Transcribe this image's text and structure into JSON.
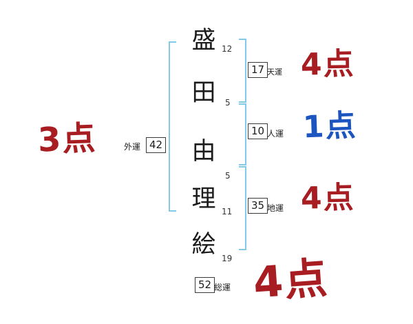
{
  "name": {
    "chars": [
      {
        "char": "盛",
        "strokes": "12"
      },
      {
        "char": "田",
        "strokes": "5"
      },
      {
        "char": "由",
        "strokes": "5"
      },
      {
        "char": "理",
        "strokes": "11"
      },
      {
        "char": "絵",
        "strokes": "19"
      }
    ]
  },
  "fortunes": {
    "ten": {
      "number": "17",
      "label": "天運",
      "score": "4点"
    },
    "jin": {
      "number": "10",
      "label": "人運",
      "score": "1点"
    },
    "chi": {
      "number": "35",
      "label": "地運",
      "score": "4点"
    },
    "gai": {
      "number": "42",
      "label": "外運",
      "score": "3点"
    },
    "sou": {
      "number": "52",
      "label": "総運",
      "score": "4点"
    }
  },
  "colors": {
    "score_red": "#a81d22",
    "score_blue": "#1d55c0",
    "bracket_blue": "#85c9e8"
  }
}
